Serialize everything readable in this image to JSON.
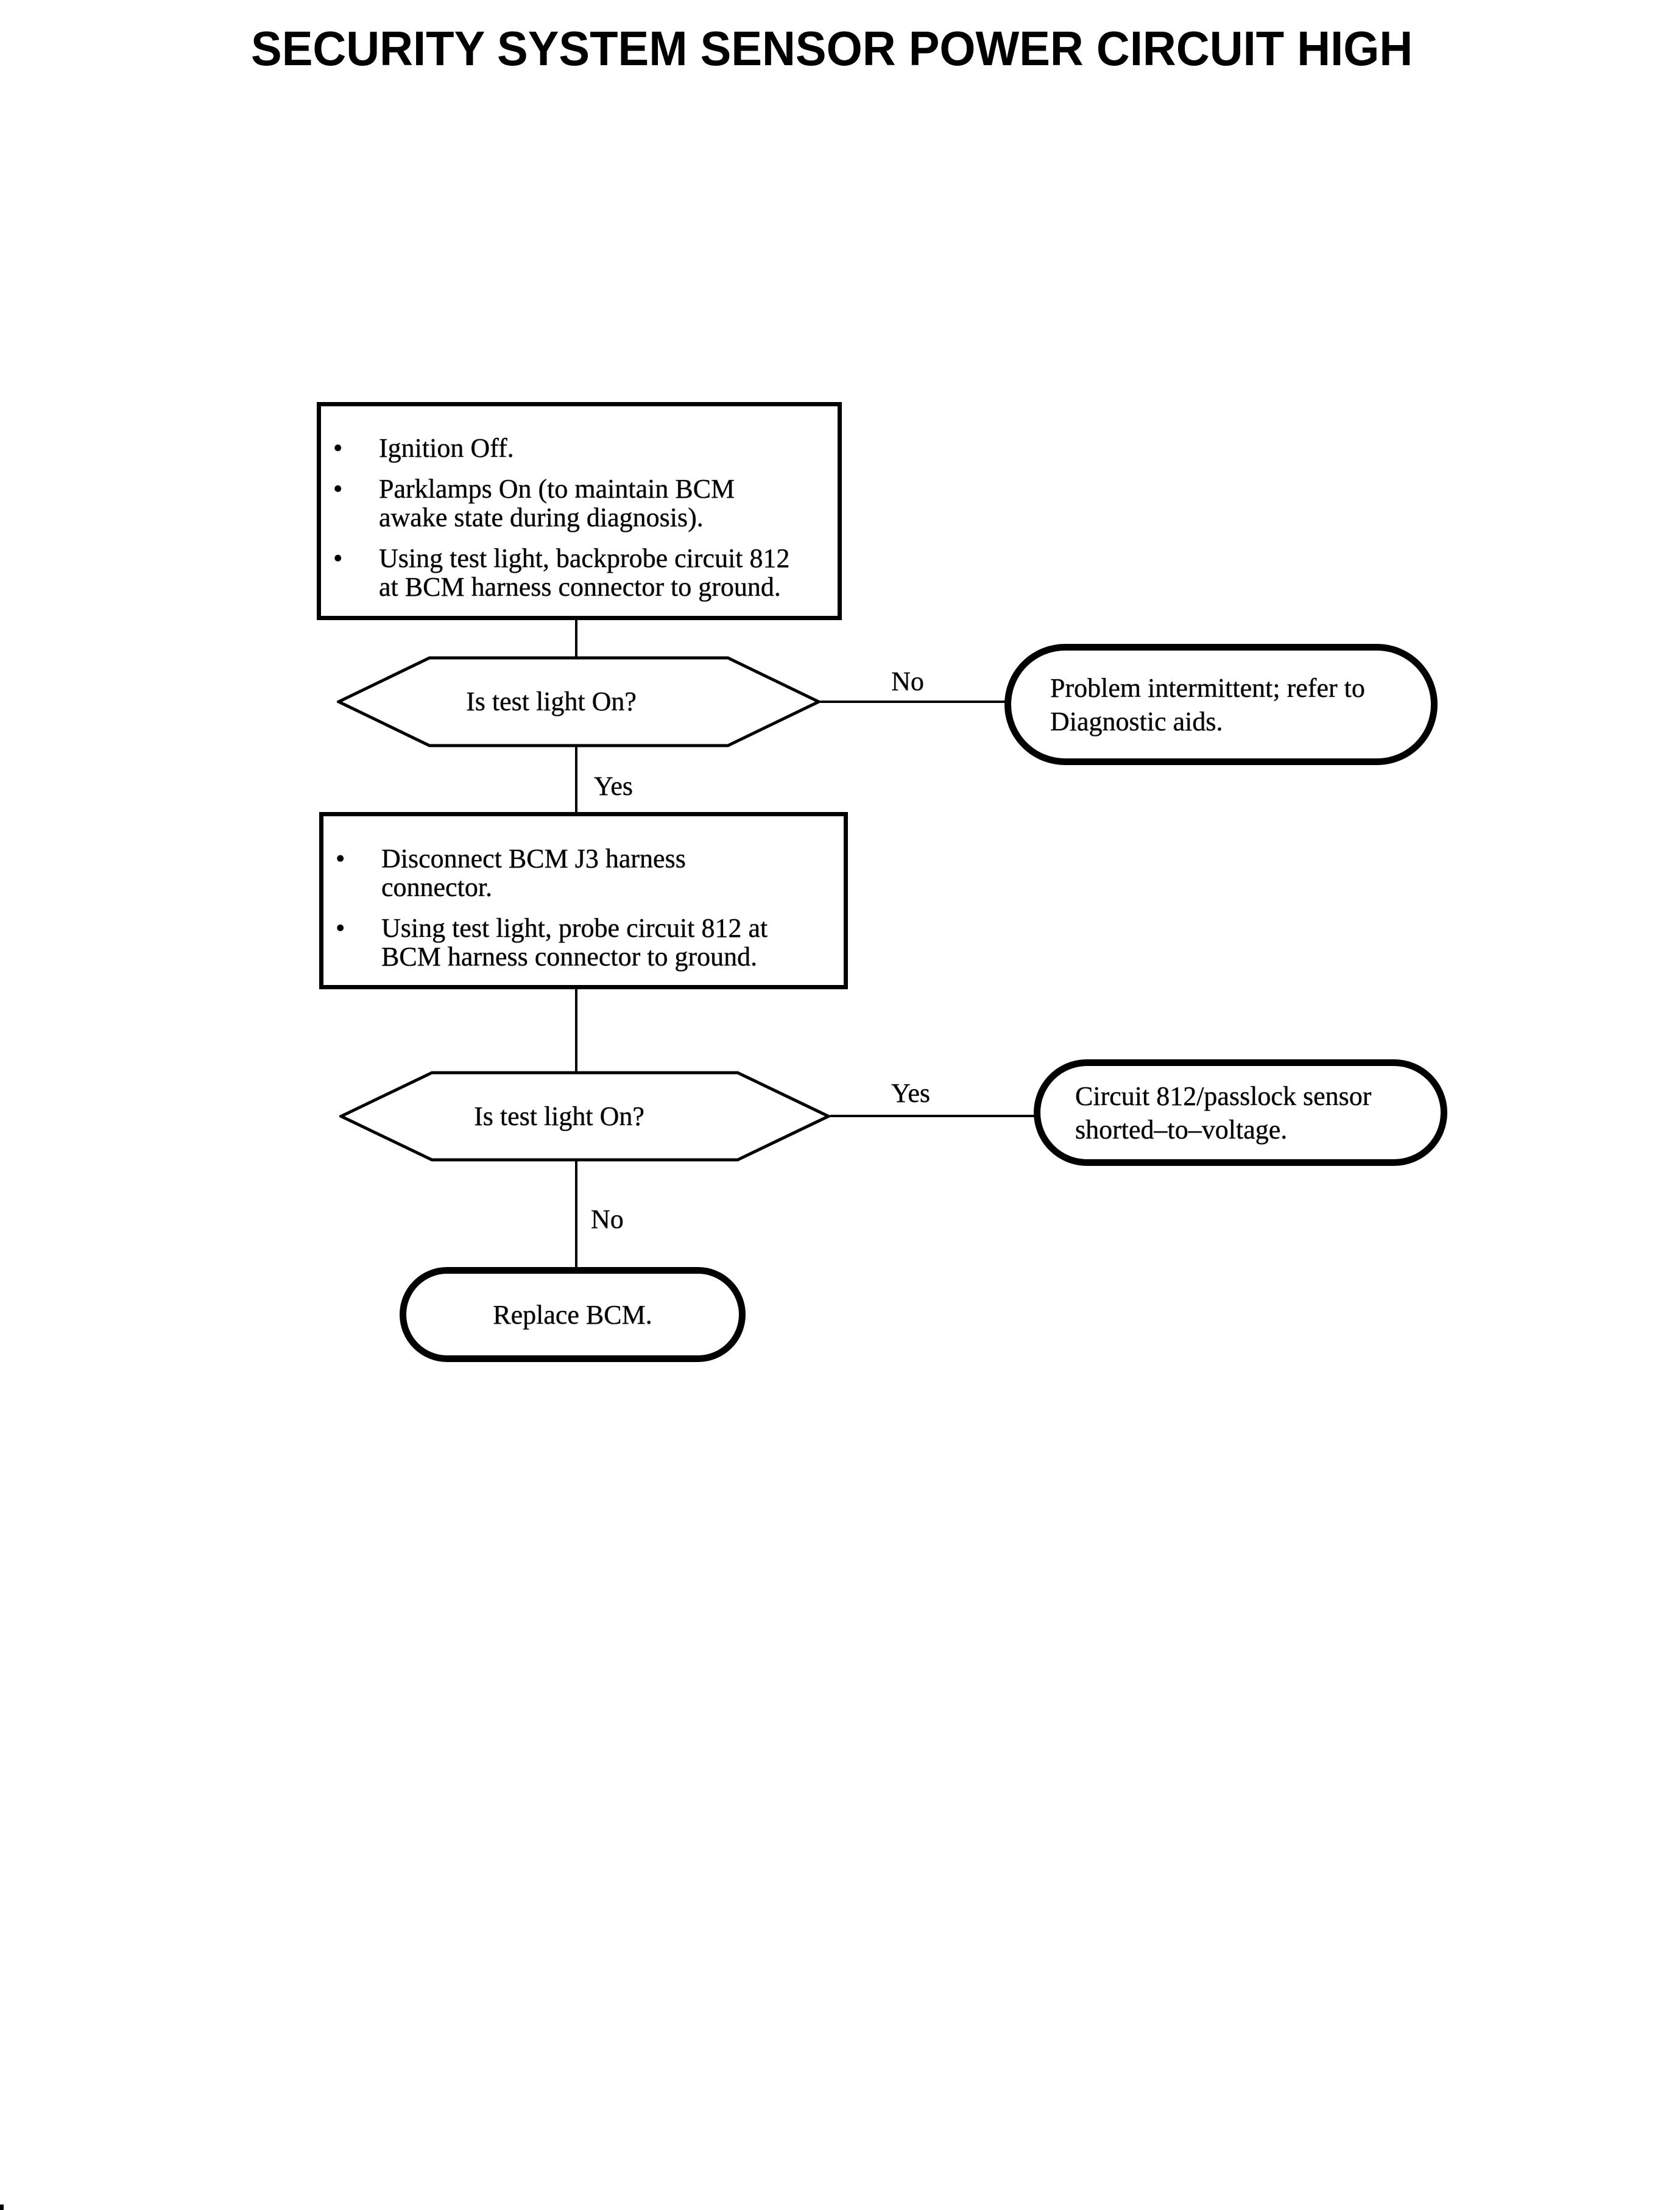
{
  "title": "SECURITY SYSTEM SENSOR POWER CIRCUIT HIGH",
  "colors": {
    "ink": "#000000",
    "paper": "#ffffff"
  },
  "flowchart": {
    "step1": {
      "bullet_glyph": "•",
      "bullets": [
        {
          "lines": [
            "Ignition Off."
          ]
        },
        {
          "lines": [
            "Parklamps On (to maintain BCM",
            "awake state during diagnosis)."
          ]
        },
        {
          "lines": [
            "Using test light, backprobe circuit 812",
            "at BCM harness connector to ground."
          ]
        }
      ]
    },
    "decision1": {
      "question": "Is test light On?",
      "no_label": "No",
      "yes_label": "Yes"
    },
    "terminal_intermittent": {
      "lines": [
        "Problem intermittent; refer to",
        "Diagnostic aids."
      ]
    },
    "step2": {
      "bullet_glyph": "•",
      "bullets": [
        {
          "lines": [
            "Disconnect BCM J3 harness",
            "connector."
          ]
        },
        {
          "lines": [
            "Using test light, probe circuit 812 at",
            "BCM harness connector to ground."
          ]
        }
      ]
    },
    "decision2": {
      "question": "Is test light On?",
      "yes_label": "Yes",
      "no_label": "No"
    },
    "terminal_shorted": {
      "lines": [
        "Circuit 812/passlock sensor",
        "shorted–to–voltage."
      ]
    },
    "terminal_replace": {
      "label": "Replace BCM."
    }
  }
}
